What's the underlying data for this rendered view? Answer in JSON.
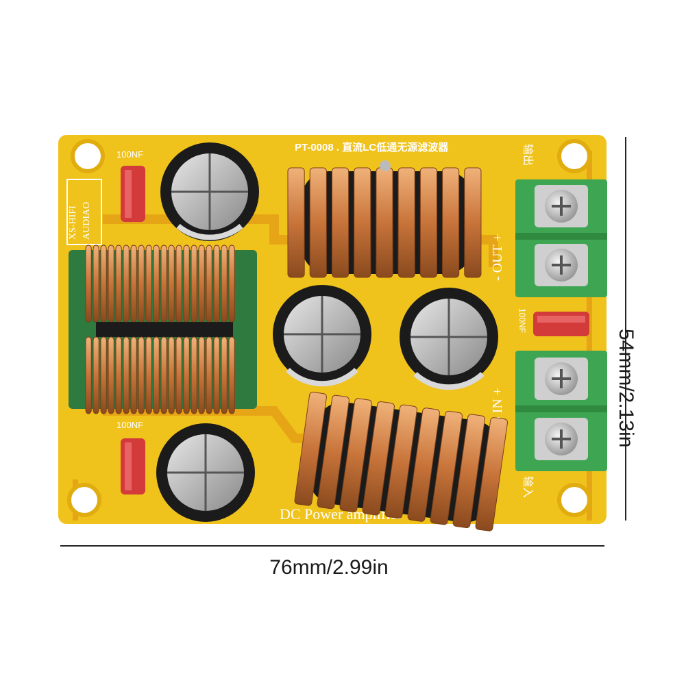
{
  "board": {
    "model_title": "PT-0008 . 直流LC低通无源滤波器",
    "brand_line1": "XS-HIFI",
    "brand_line2": "AUDIAO",
    "cap_label_top": "100NF",
    "cap_label_bottom": "100NF",
    "cap_label_right": "100NF",
    "out_label": "- OUT +",
    "out_chinese": "输出",
    "in_label": "- IN +",
    "in_chinese": "输入",
    "footer_text": "DC Power amplifier"
  },
  "dimensions": {
    "width_label": "76mm/2.99in",
    "height_label": "54mm/2.13in"
  },
  "colors": {
    "pcb_yellow": "#f0c21c",
    "pcb_trace": "#e6a516",
    "terminal_green": "#3ea552",
    "copper": "#c8743a",
    "core_black": "#1b1b1b",
    "cap_red": "#d33a3a"
  }
}
